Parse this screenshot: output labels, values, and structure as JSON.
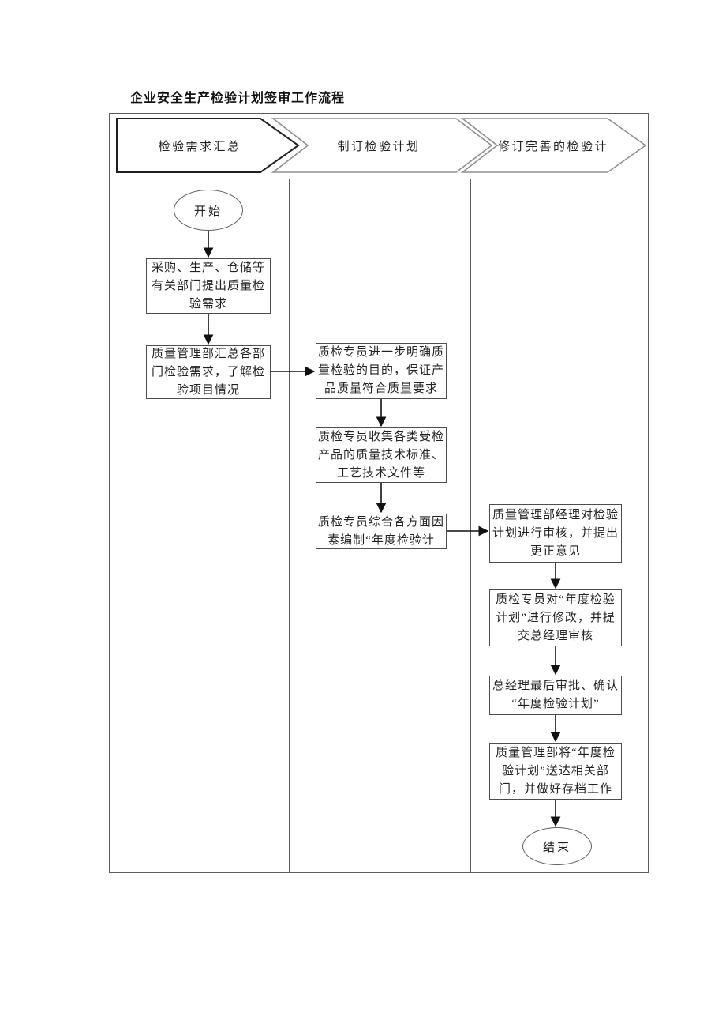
{
  "title": "企业安全生产检验计划签审工作流程",
  "colors": {
    "frame_line": "#5c5c5c",
    "banner_dark_border": "#1f1f1f",
    "banner_gray_border": "#8f8f8f",
    "box_border": "#4d4d4d",
    "connector": "#111111",
    "text": "#222222",
    "background": "#ffffff"
  },
  "lane_headers": [
    {
      "label": "检验需求汇总"
    },
    {
      "label": "制订检验计划"
    },
    {
      "label": "修订完善的检验计"
    }
  ],
  "nodes": {
    "start": {
      "label": "开始"
    },
    "end": {
      "label": "结束"
    },
    "l1b1": {
      "lines": [
        "采购、生产、仓储等",
        "有关部门提出质量检",
        "验需求"
      ]
    },
    "l1b2": {
      "lines": [
        "质量管理部汇总各部",
        "门检验需求，了解检",
        "验项目情况"
      ]
    },
    "l2b1": {
      "lines": [
        "质检专员进一步明确质",
        "量检验的目的，保证产",
        "品质量符合质量要求"
      ]
    },
    "l2b2": {
      "lines": [
        "质检专员收集各类受检",
        "产品的质量技术标准、",
        "工艺技术文件等"
      ]
    },
    "l2b3": {
      "lines": [
        "质检专员综合各方面因",
        "素编制“年度检验计"
      ]
    },
    "l3b1": {
      "lines": [
        "质量管理部经理对检验",
        "计划进行审核，并提出",
        "更正意见"
      ]
    },
    "l3b2": {
      "lines": [
        "质检专员对“年度检验",
        "计划”进行修改，并提",
        "交总经理审核"
      ]
    },
    "l3b3": {
      "lines": [
        "总经理最后审批、确认",
        "“年度检验计划”"
      ]
    },
    "l3b4": {
      "lines": [
        "质量管理部将“年度检",
        "验计划”送达相关部",
        "门，并做好存档工作"
      ]
    }
  }
}
